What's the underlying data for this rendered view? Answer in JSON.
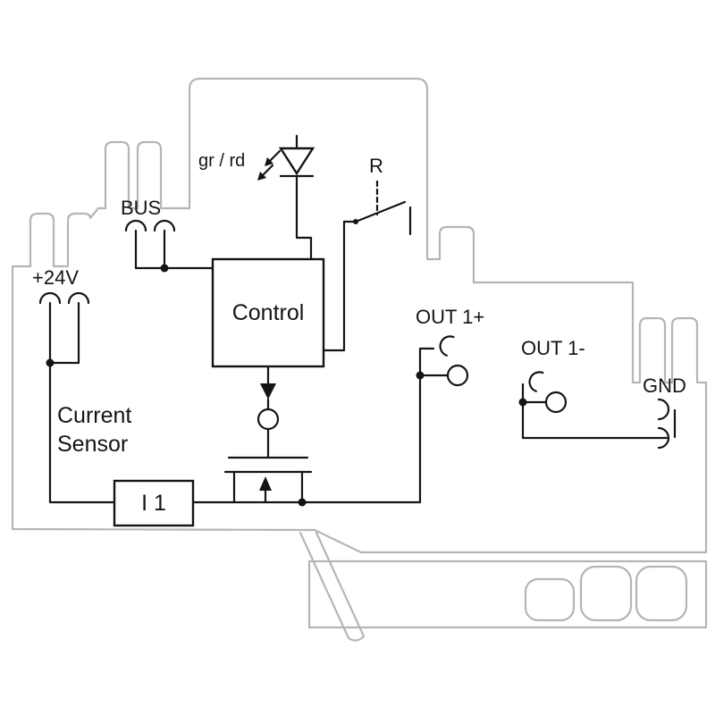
{
  "diagram": {
    "type": "terminal-block-wiring-diagram",
    "labels": {
      "led_colors": "gr / rd",
      "relay_contact": "R",
      "bus": "BUS",
      "supply": "+24V",
      "control": "Control",
      "out1_plus": "OUT 1+",
      "out1_minus": "OUT 1-",
      "ground": "GND",
      "current_sensor_line1": "Current",
      "current_sensor_line2": "Sensor",
      "current_input": "I 1"
    },
    "colors": {
      "housing": "#b5b5b5",
      "circuit": "#141414",
      "background": "#ffffff"
    }
  }
}
